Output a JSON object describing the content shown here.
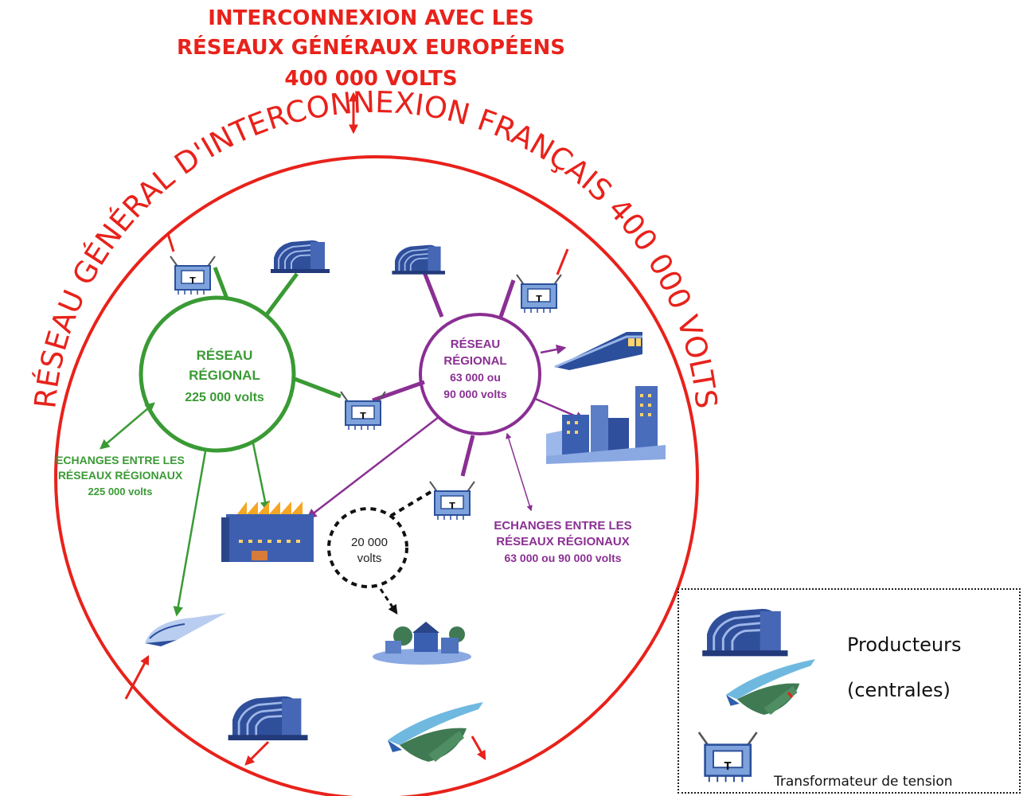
{
  "title": {
    "line1": "INTERCONNEXION AVEC LES",
    "line2": "RÉSEAUX GÉNÉRAUX EUROPÉENS",
    "line3": "400 000 VOLTS"
  },
  "ring_label": "RÉSEAU GÉNÉRAL D'INTERCONNEXION FRANÇAIS 400 000 VOLTS",
  "green_network": {
    "line1": "RÉSEAU",
    "line2": "RÉGIONAL",
    "line3": "225 000 volts"
  },
  "purple_network": {
    "line1": "RÉSEAU",
    "line2": "RÉGIONAL",
    "line3": "63 000 ou",
    "line4": "90 000 volts"
  },
  "green_exchange": {
    "line1": "ECHANGES ENTRE LES",
    "line2": "RÉSEAUX RÉGIONAUX",
    "line3": "225 000 volts"
  },
  "purple_exchange": {
    "line1": "ECHANGES ENTRE LES",
    "line2": "RÉSEAUX RÉGIONAUX",
    "line3": "63 000 ou 90 000 volts"
  },
  "local_network": {
    "line1": "20 000",
    "line2": "volts"
  },
  "transformer_badge": "T",
  "legend": {
    "producers": "Producteurs",
    "plants": "(centrales)",
    "transformer": "Transformateur de tension"
  },
  "colors": {
    "national_red": "#e8221b",
    "regional_green": "#3a9a34",
    "regional_purple": "#8a2f93",
    "icon_blue": "#3b5fae",
    "local_black": "#111111"
  }
}
